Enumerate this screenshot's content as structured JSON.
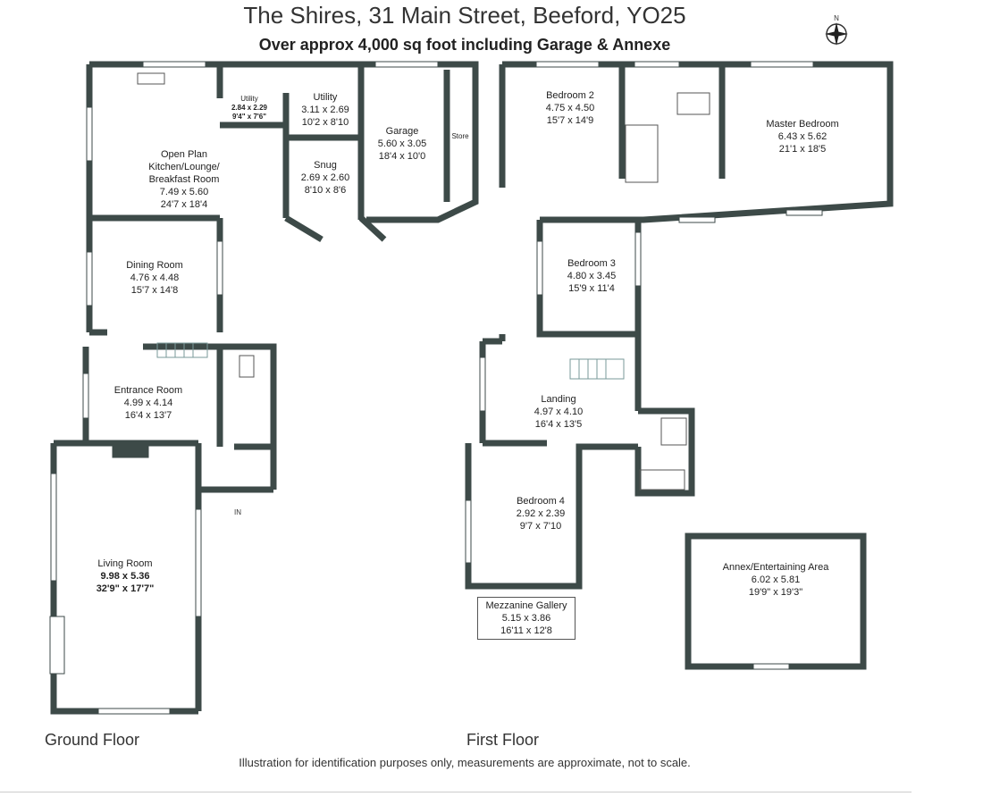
{
  "header": {
    "title": "The Shires, 31 Main Street, Beeford, YO25",
    "subtitle": "Over approx 4,000 sq foot including Garage & Annexe"
  },
  "compass": {
    "north_label": "N"
  },
  "ground_floor": {
    "label": "Ground Floor",
    "entry_label": "IN",
    "rooms": [
      {
        "name": "Open Plan Kitchen/Lounge/\nBreakfast Room",
        "metric": "7.49 x 5.60",
        "imperial": "24'7 x 18'4"
      },
      {
        "name": "Utility",
        "metric": "2.84 x 2.29",
        "imperial": "9'4\" x 7'6\""
      },
      {
        "name": "Utility",
        "metric": "3.11 x 2.69",
        "imperial": "10'2 x 8'10"
      },
      {
        "name": "Garage",
        "metric": "5.60 x 3.05",
        "imperial": "18'4 x 10'0"
      },
      {
        "name": "Store",
        "metric": "",
        "imperial": ""
      },
      {
        "name": "Snug",
        "metric": "2.69 x 2.60",
        "imperial": "8'10 x 8'6"
      },
      {
        "name": "Dining Room",
        "metric": "4.76 x 4.48",
        "imperial": "15'7 x 14'8"
      },
      {
        "name": "Entrance Room",
        "metric": "4.99 x 4.14",
        "imperial": "16'4 x 13'7"
      },
      {
        "name": "Living Room",
        "metric": "9.98  x 5.36",
        "imperial": "32'9\" x 17'7\""
      }
    ]
  },
  "first_floor": {
    "label": "First Floor",
    "rooms": [
      {
        "name": "Bedroom 2",
        "metric": "4.75 x 4.50",
        "imperial": "15'7 x 14'9"
      },
      {
        "name": "Master Bedroom",
        "metric": "6.43 x 5.62",
        "imperial": "21'1 x 18'5"
      },
      {
        "name": "Bedroom 3",
        "metric": "4.80 x 3.45",
        "imperial": "15'9 x 11'4"
      },
      {
        "name": "Landing",
        "metric": "4.97 x 4.10",
        "imperial": "16'4 x 13'5"
      },
      {
        "name": "Bedroom 4",
        "metric": "2.92 x 2.39",
        "imperial": "9'7 x 7'10"
      },
      {
        "name": "Mezzanine Gallery",
        "metric": "5.15 x 3.86",
        "imperial": "16'11 x 12'8"
      }
    ]
  },
  "annex": {
    "name": "Annex/Entertaining Area",
    "metric": "6.02 x 5.81",
    "imperial": "19'9\" x 19'3\""
  },
  "footer": {
    "disclaimer": "Illustration for identification purposes only, measurements are approximate, not to scale."
  },
  "colors": {
    "wall": "#3d4a48",
    "window": "#ffffff",
    "text": "#222222"
  }
}
